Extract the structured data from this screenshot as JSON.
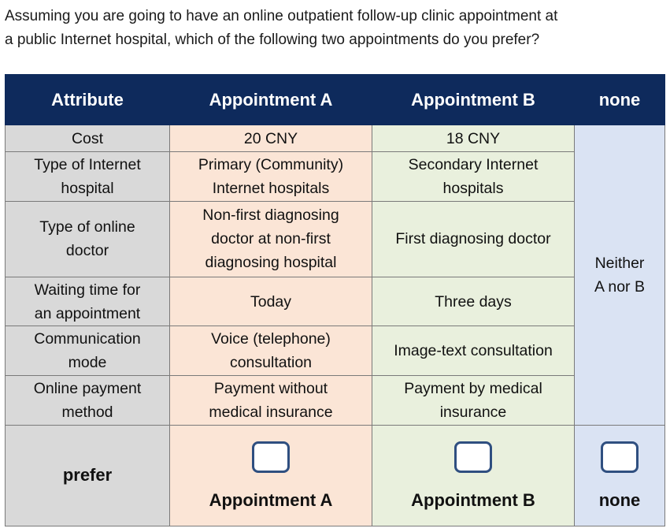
{
  "question": {
    "line1": "Assuming you are going to have an online outpatient follow-up clinic appointment at",
    "line2": "a public Internet hospital, which of the following two appointments do you prefer?"
  },
  "table": {
    "headers": [
      "Attribute",
      "Appointment A",
      "Appointment B",
      "none"
    ],
    "rows": [
      {
        "attr": [
          "Cost"
        ],
        "a": [
          "20 CNY"
        ],
        "b": [
          "18 CNY"
        ]
      },
      {
        "attr": [
          "Type of Internet",
          "hospital"
        ],
        "a": [
          "Primary (Community)",
          "Internet hospitals"
        ],
        "b": [
          "Secondary Internet",
          "hospitals"
        ]
      },
      {
        "attr": [
          "Type of online",
          "doctor"
        ],
        "a": [
          "Non-first diagnosing",
          "doctor at non-first",
          "diagnosing hospital"
        ],
        "b": [
          "First diagnosing doctor"
        ]
      },
      {
        "attr": [
          "Waiting time for",
          "an appointment"
        ],
        "a": [
          "Today"
        ],
        "b": [
          "Three days"
        ]
      },
      {
        "attr": [
          "Communication",
          "mode"
        ],
        "a": [
          "Voice (telephone)",
          "consultation"
        ],
        "b": [
          "Image-text consultation"
        ]
      },
      {
        "attr": [
          "Online payment",
          "method"
        ],
        "a": [
          "Payment without",
          "medical insurance"
        ],
        "b": [
          "Payment by medical",
          "insurance"
        ]
      }
    ],
    "none_option": [
      "Neither",
      "A nor B"
    ],
    "prefer_row": {
      "label": "prefer",
      "option_a": "Appointment A",
      "option_b": "Appointment B",
      "option_none": "none"
    }
  }
}
